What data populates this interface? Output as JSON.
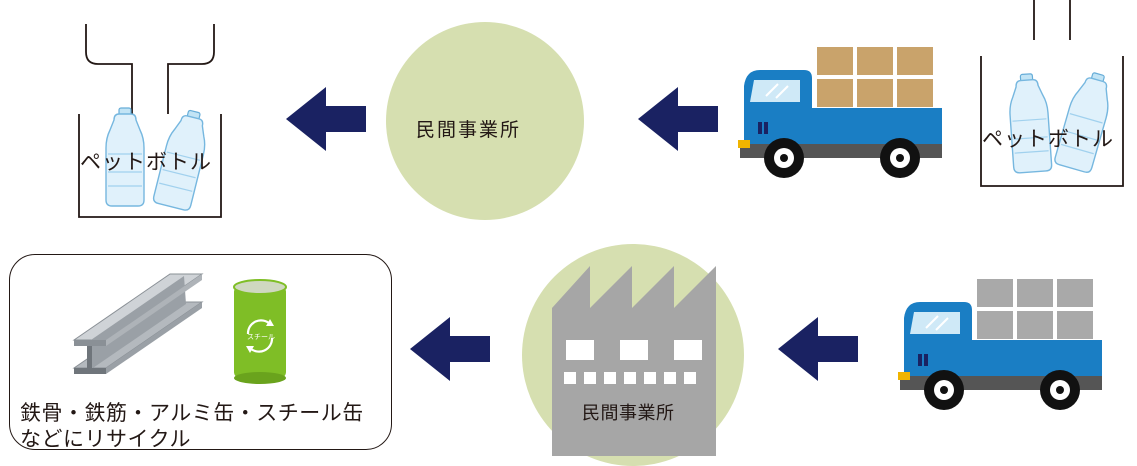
{
  "top_row": {
    "bottle_left_label": "ペットボトル",
    "circle_label": "民間事業所",
    "bottle_right_label": "ペットボトル"
  },
  "bottom_row": {
    "recycle_text_line1": "鉄骨・鉄筋・アルミ缶・スチール缶",
    "recycle_text_line2": "などにリサイクル",
    "can_label": "スチール",
    "factory_label": "民間事業所"
  },
  "colors": {
    "arrow": "#1a2262",
    "circle": "#d6dfb0",
    "truck_blue": "#1a7ec4",
    "cargo_tan": "#c9a36b",
    "cargo_gray": "#a9a9a9",
    "factory_gray": "#a6a6a6",
    "can_green": "#7fbe26"
  }
}
